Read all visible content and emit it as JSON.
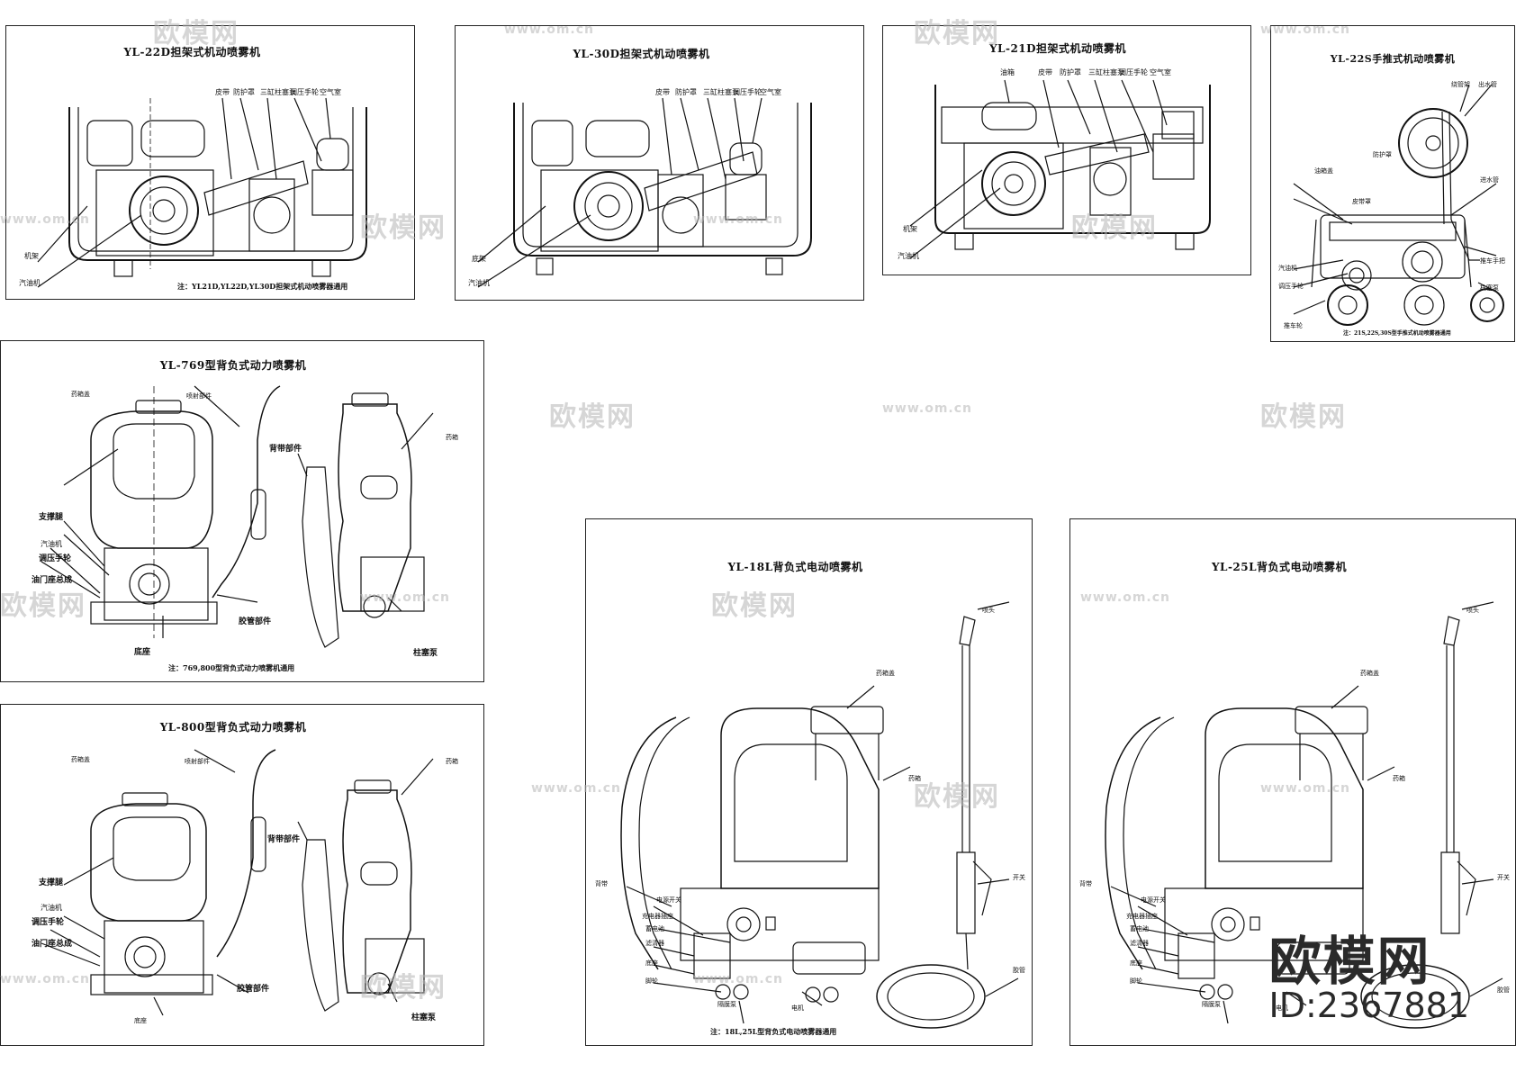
{
  "panels": {
    "p22d": {
      "title": "YL-22D担架式机动喷雾机",
      "labels": [
        "皮带",
        "防护罩",
        "三缸柱塞泵",
        "调压手轮",
        "空气室",
        "机架",
        "汽油机"
      ],
      "note": "注：YL21D,YL22D,YL30D担架式机动喷雾器通用"
    },
    "p30d": {
      "title": "YL-30D担架式机动喷雾机",
      "labels": [
        "皮带",
        "防护罩",
        "三缸柱塞泵",
        "调压手轮",
        "空气室",
        "底架",
        "汽油机"
      ]
    },
    "p21d": {
      "title": "YL-21D担架式机动喷雾机",
      "labels": [
        "油箱",
        "皮带",
        "防护罩",
        "三缸柱塞泵",
        "调压手轮",
        "空气室",
        "机架",
        "汽油机"
      ]
    },
    "p22s": {
      "title": "YL-22S手推式机动喷雾机",
      "labels": [
        "绕管架",
        "出水管",
        "防护罩",
        "油箱盖",
        "皮带罩",
        "进水管",
        "汽油机",
        "调压手轮",
        "推车手把",
        "柱塞泵",
        "推车轮"
      ],
      "note": "注：21S,22S,30S型手推式机动喷雾器通用"
    },
    "p769": {
      "title": "YL-769型背负式动力喷雾机",
      "labels": [
        "药箱盖",
        "喷射部件",
        "支撑腿",
        "汽油机",
        "调压手轮",
        "油门座总成",
        "背带部件",
        "胶管部件",
        "底座",
        "药箱",
        "柱塞泵"
      ],
      "note": "注：769,800型背负式动力喷雾机通用"
    },
    "p800": {
      "title": "YL-800型背负式动力喷雾机",
      "labels": [
        "药箱盖",
        "喷射部件",
        "支撑腿",
        "汽油机",
        "调压手轮",
        "油门座总成",
        "背带部件",
        "胶管部件",
        "底座",
        "药箱",
        "柱塞泵"
      ]
    },
    "p18l": {
      "title": "YL-18L背负式电动喷雾机",
      "labels": [
        "喷头",
        "药箱盖",
        "药箱",
        "开关",
        "背带",
        "电源开关",
        "充电器插座",
        "蓄电池",
        "滤清器",
        "底座",
        "脚轮",
        "隔膜泵",
        "电机",
        "胶管"
      ],
      "note": "注：18L,25L型背负式电动喷雾器通用"
    },
    "p25l": {
      "title": "YL-25L背负式电动喷雾机",
      "labels": [
        "喷头",
        "药箱盖",
        "药箱",
        "开关",
        "背带",
        "电源开关",
        "充电器插座",
        "蓄电池",
        "滤清器",
        "底座",
        "脚轮",
        "隔膜泵",
        "电机",
        "胶管"
      ]
    }
  },
  "watermark": {
    "cn": "欧模网",
    "url": "www.om.cn"
  },
  "brand": {
    "name": "欧模网",
    "id": "ID:2367881"
  }
}
